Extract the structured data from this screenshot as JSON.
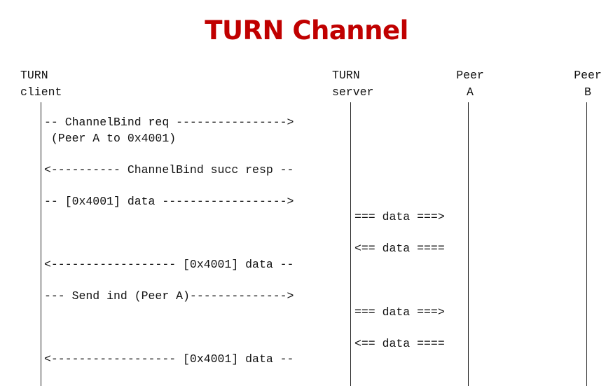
{
  "title": "TURN Channel",
  "participants": [
    {
      "id": "client",
      "line1": "TURN",
      "line2": "client"
    },
    {
      "id": "server",
      "line1": "TURN",
      "line2": "server"
    },
    {
      "id": "peer_a",
      "line1": "Peer",
      "line2": "A"
    },
    {
      "id": "peer_b",
      "line1": "Peer",
      "line2": "B"
    }
  ],
  "messages": [
    {
      "text": "-- ChannelBind req ---------------->"
    },
    {
      "text": " (Peer A to 0x4001)"
    },
    {
      "text": "<---------- ChannelBind succ resp --"
    },
    {
      "text": "-- [0x4001] data ------------------>"
    },
    {
      "text": "=== data ===>"
    },
    {
      "text": "<== data ===="
    },
    {
      "text": "<------------------ [0x4001] data --"
    },
    {
      "text": "--- Send ind (Peer A)-------------->"
    },
    {
      "text": "=== data ===>"
    },
    {
      "text": "<== data ===="
    },
    {
      "text": "<------------------ [0x4001] data --"
    }
  ]
}
